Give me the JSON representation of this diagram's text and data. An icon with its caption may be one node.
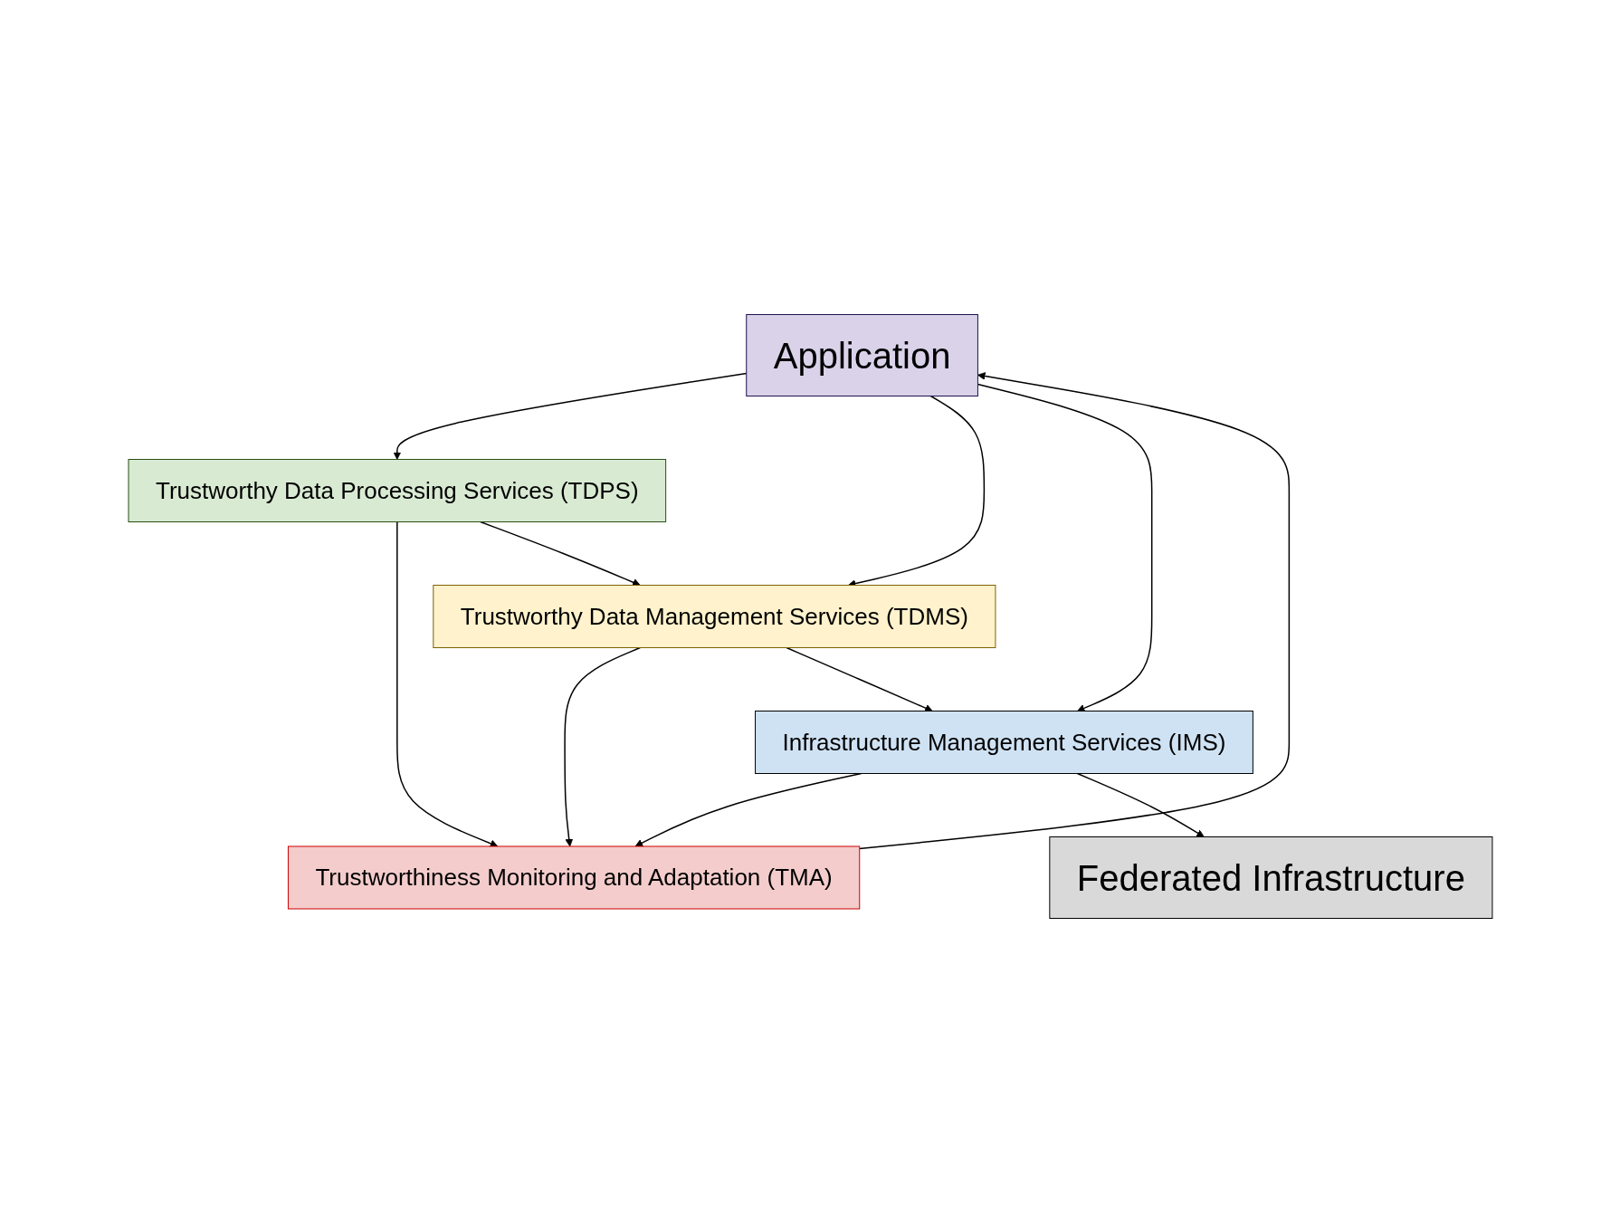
{
  "diagram": {
    "nodes": [
      {
        "text": [
          "Application"
        ]
      },
      {
        "text": [
          "Trustworthiness Monitoring and Adaptation (TMA)"
        ]
      },
      {
        "text": [
          "Trustworthy Data Processing Services (TDPS)"
        ]
      },
      {
        "text": [
          "Trustworthy Data Management Services (TDMS)"
        ]
      },
      {
        "text": [
          "Infrastructure Management Services (IMS)"
        ]
      },
      {
        "text": [
          "Federated Infrastructure"
        ]
      }
    ],
    "edges": [
      {
        "from": 1,
        "to": 0,
        "arrow": "to"
      },
      {
        "from": 0,
        "to": 2,
        "arrow": "to"
      },
      {
        "from": 0,
        "to": 3,
        "arrow": "to"
      },
      {
        "from": 0,
        "to": 4,
        "arrow": "to"
      },
      {
        "from": 2,
        "to": 1,
        "arrow": "to"
      },
      {
        "from": 2,
        "to": 3,
        "arrow": "to"
      },
      {
        "from": 3,
        "to": 1,
        "arrow": "to"
      },
      {
        "from": 3,
        "to": 4,
        "arrow": "to"
      },
      {
        "from": 4,
        "to": 1,
        "arrow": "to"
      },
      {
        "from": 4,
        "to": 5,
        "arrow": "to"
      }
    ]
  }
}
